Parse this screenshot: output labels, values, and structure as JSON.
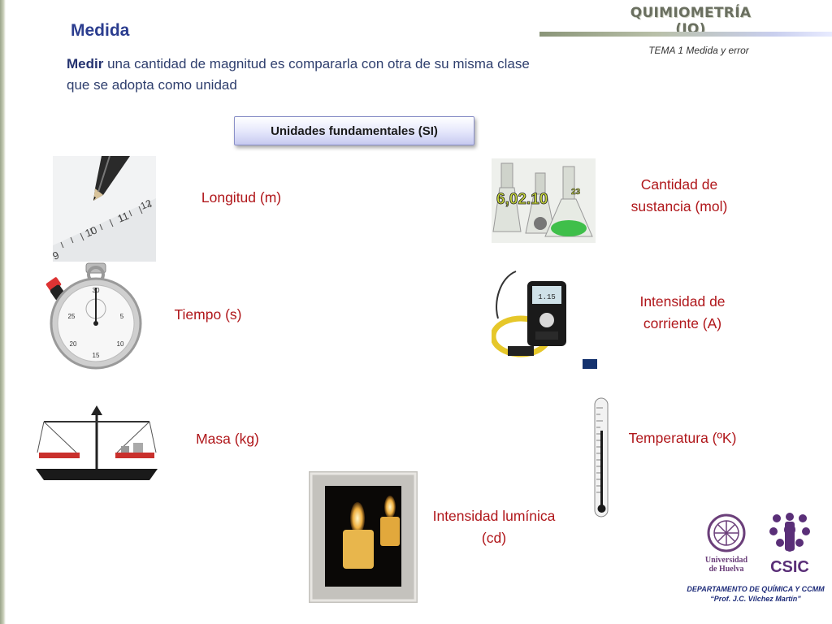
{
  "header": {
    "course_title": "QUIMIOMETRÍA (IQ)",
    "topic": "TEMA 1 Medida y error"
  },
  "slide": {
    "title": "Medida",
    "definition_bold": "Medir",
    "definition_rest": " una cantidad de magnitud es compararla con otra de su misma clase que se adopta como unidad",
    "si_box": "Unidades fundamentales (SI)"
  },
  "units": {
    "length": "Longitud (m)",
    "time": "Tiempo (s)",
    "mass": "Masa (kg)",
    "luminous": "Intensidad lumínica (cd)",
    "amount": "Cantidad de sustancia (mol)",
    "current": "Intensidad de corriente (A)",
    "temperature": "Temperatura (ºK)"
  },
  "images": {
    "avogadro_text": "6,02.10",
    "avogadro_exp": "23",
    "stopwatch_digits": [
      "30",
      "5",
      "25",
      "10",
      "20",
      "15"
    ],
    "ruler_digits": [
      "9",
      "10",
      "11",
      "12"
    ],
    "meter_display": "1.15"
  },
  "logos": {
    "uhu_line1": "Universidad",
    "uhu_line2": "de Huelva",
    "csic": "CSIC"
  },
  "footer": {
    "dept_line1": "DEPARTAMENTO DE QUÍMICA Y CCMM",
    "dept_line2": "“Prof. J.C. Vílchez Martín”"
  },
  "colors": {
    "title_blue": "#2b3d8f",
    "unit_red": "#b0171b",
    "header_gray": "#6a6f60"
  }
}
